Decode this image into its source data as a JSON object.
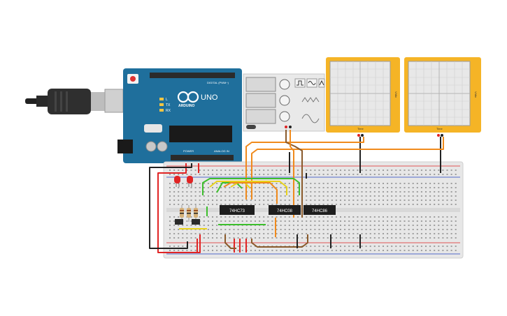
{
  "arduino": {
    "brand": "ARDUINO",
    "model": "UNO",
    "digital_label": "DIGITAL (PWM~)",
    "power_label": "POWER",
    "analog_label": "ANALOG IN",
    "led_l": "L",
    "led_tx": "TX",
    "led_rx": "RX",
    "colors": {
      "board": "#1f6f9c",
      "header": "#2b2b2b",
      "chip": "#1a1a1a"
    }
  },
  "chips": [
    {
      "label": "74HC73"
    },
    {
      "label": "74HC08"
    },
    {
      "label": "74HC86"
    }
  ],
  "oscilloscopes": [
    {
      "label": "Time",
      "side_label": "V/div"
    },
    {
      "label": "Time",
      "side_label": "V/div"
    }
  ],
  "function_generator": {
    "waves": [
      "square-wave-icon",
      "sine-wave-icon",
      "triangle-wave-icon"
    ]
  },
  "wire_colors": {
    "red": "#e02424",
    "black": "#222222",
    "green": "#3cbf2c",
    "yellow": "#e8d21a",
    "orange": "#f08a1c",
    "brown": "#8a5a2b"
  }
}
